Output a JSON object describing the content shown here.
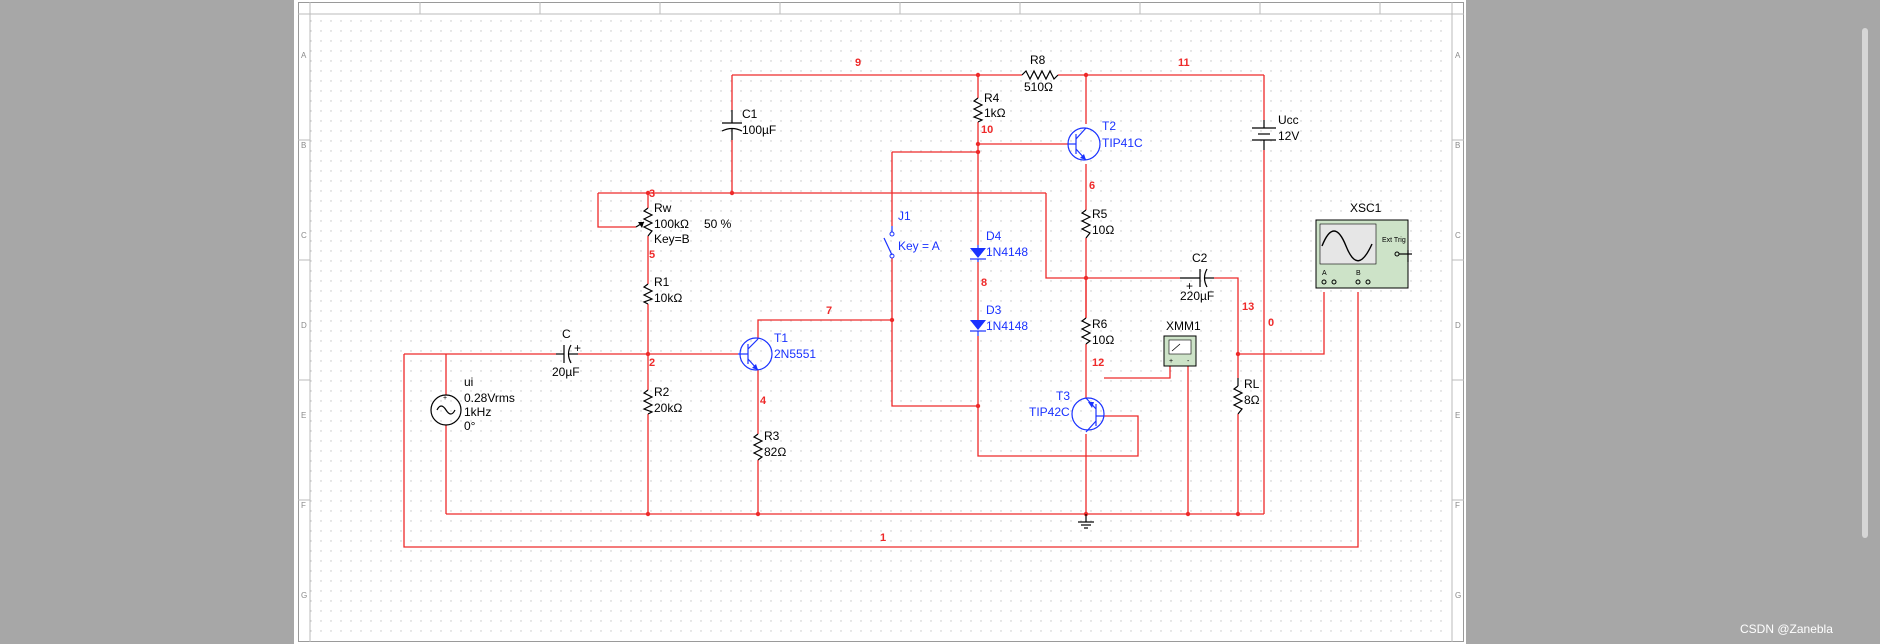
{
  "components": {
    "R8": {
      "ref": "R8",
      "value": "510Ω"
    },
    "R4": {
      "ref": "R4",
      "value": "1kΩ"
    },
    "C1": {
      "ref": "C1",
      "value": "100µF"
    },
    "Rw": {
      "ref": "Rw",
      "value": "100kΩ",
      "pct": "50 %",
      "key": "Key=B"
    },
    "R1": {
      "ref": "R1",
      "value": "10kΩ"
    },
    "C": {
      "ref": "C",
      "value": "20µF"
    },
    "R2": {
      "ref": "R2",
      "value": "20kΩ"
    },
    "T1": {
      "ref": "T1",
      "model": "2N5551"
    },
    "R3": {
      "ref": "R3",
      "value": "82Ω"
    },
    "J1": {
      "ref": "J1",
      "key": "Key = A"
    },
    "D4": {
      "ref": "D4",
      "model": "1N4148"
    },
    "D3": {
      "ref": "D3",
      "model": "1N4148"
    },
    "T2": {
      "ref": "T2",
      "model": "TIP41C"
    },
    "R5": {
      "ref": "R5",
      "value": "10Ω"
    },
    "R6": {
      "ref": "R6",
      "value": "10Ω"
    },
    "T3": {
      "ref": "T3",
      "model": "TIP42C"
    },
    "C2": {
      "ref": "C2",
      "value": "220µF"
    },
    "XMM1": {
      "ref": "XMM1"
    },
    "RL": {
      "ref": "RL",
      "value": "8Ω"
    },
    "Ucc": {
      "ref": "Ucc",
      "value": "12V"
    },
    "XSC1": {
      "ref": "XSC1",
      "ext": "Ext Trig",
      "chA": "A",
      "chB": "B"
    },
    "ui": {
      "ref": "ui",
      "amp": "0.28Vrms",
      "freq": "1kHz",
      "phase": "0°"
    }
  },
  "nets": {
    "n9": "9",
    "n11": "11",
    "n10": "10",
    "n3": "3",
    "n5": "5",
    "n2": "2",
    "n7": "7",
    "n4": "4",
    "n6": "6",
    "n8": "8",
    "n12": "12",
    "n13": "13",
    "n0": "0",
    "n1": "1"
  },
  "margin_letters": {
    "A": "A",
    "B": "B",
    "C": "C",
    "D": "D",
    "E": "E",
    "F": "F",
    "G": "G"
  },
  "watermark": "CSDN @Zanebla",
  "colors": {
    "wire": "#ee2a2a",
    "component": "#000000",
    "semiconductor": "#1a32ff",
    "instrument_bg": "#cde3c8",
    "background": "#a7a7a7"
  }
}
